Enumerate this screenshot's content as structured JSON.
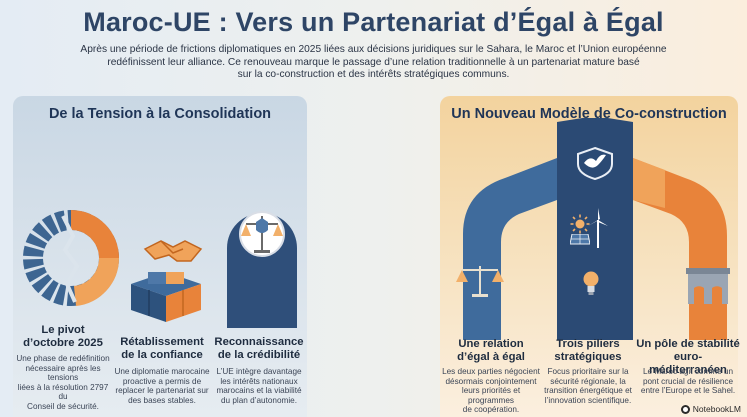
{
  "header": {
    "title": "Maroc-UE : Vers un Partenariat d’Égal à Égal",
    "intro_line1": "Après une période de frictions diplomatiques en 2025 liées aux décisions juridiques sur le Sahara, le Maroc et l’Union européenne",
    "intro_line2": "redéfinissent leur alliance. Ce renouveau marque le passage d’une relation traditionnelle à un partenariat mature basé",
    "intro_line3": "sur la co-construction et des intérêts stratégiques communs."
  },
  "left_panel": {
    "title": "De la Tension à la Consolidation",
    "columns": [
      {
        "title_line1": "Le pivot",
        "title_line2": "d’octobre 2025",
        "text": [
          "Une phase de redéfinition",
          "nécessaire après les tensions",
          "liées à la résolution 2797 du",
          "Conseil de sécurité."
        ]
      },
      {
        "title_line1": "Rétablissement",
        "title_line2": "de la confiance",
        "text": [
          "Une diplomatie marocaine",
          "proactive a permis de",
          "replacer le partenariat sur",
          "des bases stables."
        ]
      },
      {
        "title_line1": "Reconnaissance",
        "title_line2": "de la crédibilité",
        "text": [
          "L’UE intègre davantage",
          "les intérêts nationaux",
          "marocains et la viabilité",
          "du plan d’autonomie."
        ]
      }
    ]
  },
  "right_panel": {
    "title": "Un Nouveau Modèle de Co-construction",
    "columns": [
      {
        "title_line1": "Une relation",
        "title_line2": "d’égal à égal",
        "text": [
          "Les deux parties négocient",
          "désormais conjointement",
          "leurs priorités et programmes",
          "de coopération."
        ]
      },
      {
        "title_line1": "Trois piliers",
        "title_line2": "stratégiques",
        "text": [
          "Focus prioritaire sur la",
          "sécurité régionale, la",
          "transition énergétique et",
          "l’innovation scientifique."
        ]
      },
      {
        "title_line1": "Un pôle de stabilité",
        "title_line2": "euro-méditerranéen",
        "text": [
          "Le Maroc agit comme un",
          "pont crucial de résilience",
          "entre l’Europe et le Sahel."
        ]
      }
    ]
  },
  "footer": {
    "brand": "NotebookLM"
  },
  "colors": {
    "navy": "#2f4f7a",
    "blue": "#4e78a8",
    "orange": "#e8833a",
    "gold": "#f2b06a"
  },
  "icons": [
    "broken-ring-icon",
    "handshake-icon",
    "cube-blocks-icon",
    "scales-of-justice-icon",
    "shield-icon",
    "dove-icon",
    "sun-icon",
    "wind-turbine-icon",
    "solar-panel-icon",
    "lightbulb-icon",
    "aqueduct-bridge-icon",
    "notebooklm-logo-icon"
  ]
}
